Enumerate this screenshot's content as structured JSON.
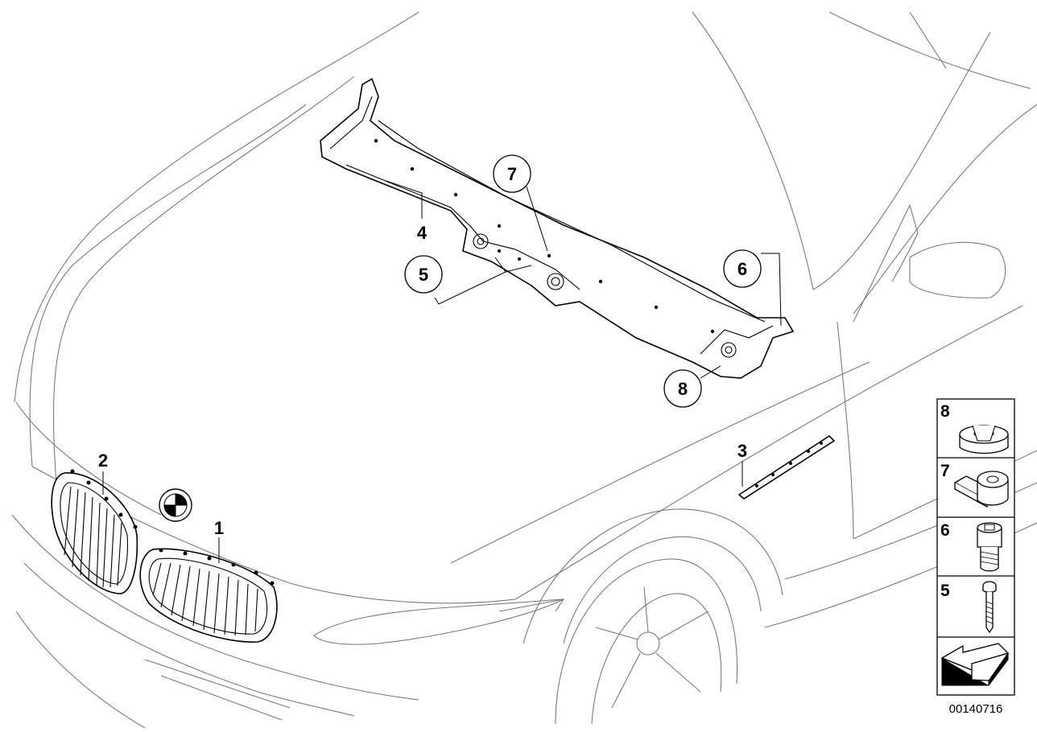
{
  "callouts": {
    "c1": "1",
    "c2": "2",
    "c3": "3",
    "c4": "4",
    "c5": "5",
    "c6": "6",
    "c7": "7",
    "c8": "8"
  },
  "legend": {
    "items": [
      "8",
      "7",
      "6",
      "5"
    ]
  },
  "reference_number": "00140716"
}
